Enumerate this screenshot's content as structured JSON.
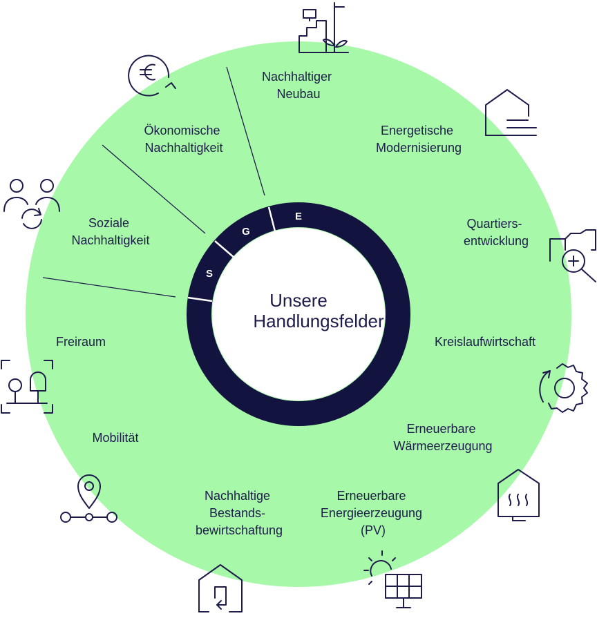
{
  "colors": {
    "background_circle": "#a7f8a9",
    "ring": "#12133e",
    "text": "#1c1b4a",
    "center": "#ffffff"
  },
  "center_title": {
    "line1": "Unsere",
    "line2": "Handlungsfelder"
  },
  "ring_segments": {
    "s": "S",
    "g": "G",
    "e": "E"
  },
  "fields": {
    "neubau": {
      "line1": "Nachhaltiger",
      "line2": "Neubau",
      "icon": "building-plant-icon"
    },
    "modernisierung": {
      "line1": "Energetische",
      "line2": "Modernisierung",
      "icon": "house-lines-icon"
    },
    "quartier": {
      "line1": "Quartiers-",
      "line2": "entwicklung",
      "icon": "map-search-icon"
    },
    "kreislauf": {
      "line1": "Kreislaufwirtschaft",
      "icon": "gear-cycle-icon"
    },
    "waerme": {
      "line1": "Erneuerbare",
      "line2": "Wärmeerzeugung",
      "icon": "house-heat-icon"
    },
    "pv": {
      "line1": "Erneuerbare",
      "line2": "Energieerzeugung",
      "line3": "(PV)",
      "icon": "solar-panel-icon"
    },
    "bestand": {
      "line1": "Nachhaltige",
      "line2": "Bestands-",
      "line3": "bewirtschaftung",
      "icon": "house-return-icon"
    },
    "mobilitaet": {
      "line1": "Mobilität",
      "icon": "route-pin-icon"
    },
    "freiraum": {
      "line1": "Freiraum",
      "icon": "trees-icon"
    },
    "sozial": {
      "line1": "Soziale",
      "line2": "Nachhaltigkeit",
      "icon": "people-cycle-icon"
    },
    "oekonomisch": {
      "line1": "Ökonomische",
      "line2": "Nachhaltigkeit",
      "icon": "euro-cycle-icon"
    }
  }
}
